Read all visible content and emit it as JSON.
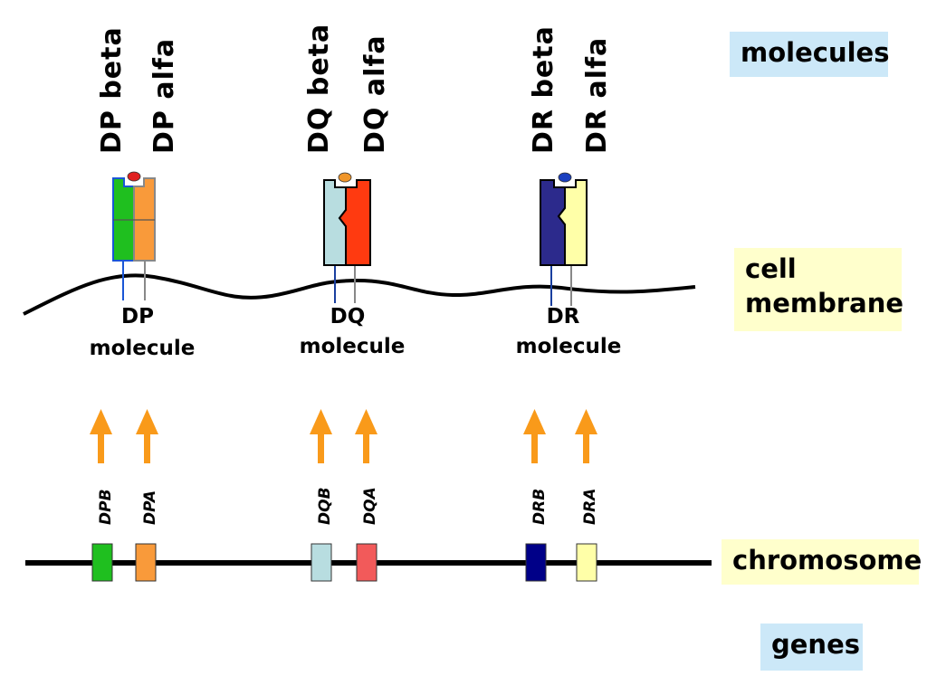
{
  "molecules": [
    {
      "id": "dp",
      "beta_label": "DP beta",
      "alfa_label": "DP alfa",
      "name_line1": "DP",
      "name_line2": "molecule",
      "beta_color": "#1fbf1f",
      "alfa_color": "#f99a3a",
      "beta_border": "#1a56d6",
      "alfa_border": "#888888",
      "peptide_color": "#e02020",
      "beta_gene": "DPB",
      "alfa_gene": "DPA",
      "beta_gene_color": "#1fbf1f",
      "alfa_gene_color": "#f99a3a"
    },
    {
      "id": "dq",
      "beta_label": "DQ beta",
      "alfa_label": "DQ alfa",
      "name_line1": "DQ",
      "name_line2": "molecule",
      "beta_color": "#b8dde0",
      "alfa_color": "#ff3a10",
      "beta_border": "#000000",
      "alfa_border": "#000000",
      "peptide_color": "#f0962a",
      "beta_gene": "DQB",
      "alfa_gene": "DQA",
      "beta_gene_color": "#b8dde0",
      "alfa_gene_color": "#f25a5a"
    },
    {
      "id": "dr",
      "beta_label": "DR beta",
      "alfa_label": "DR alfa",
      "name_line1": "DR",
      "name_line2": "molecule",
      "beta_color": "#2c2a8c",
      "alfa_color": "#ffffa8",
      "beta_border": "#000000",
      "alfa_border": "#000000",
      "peptide_color": "#1a3fbf",
      "beta_gene": "DRB",
      "alfa_gene": "DRA",
      "beta_gene_color": "#000088",
      "alfa_gene_color": "#ffffa8"
    }
  ],
  "side_labels": {
    "molecules": "molecules",
    "cell_membrane_line1": "cell",
    "cell_membrane_line2": "membrane",
    "chromosome": "chromosome",
    "genes": "genes"
  },
  "colors": {
    "arrow": "#f99a1a",
    "label_bg_blue": "#cce8f8",
    "label_bg_yellow": "#ffffcc"
  }
}
